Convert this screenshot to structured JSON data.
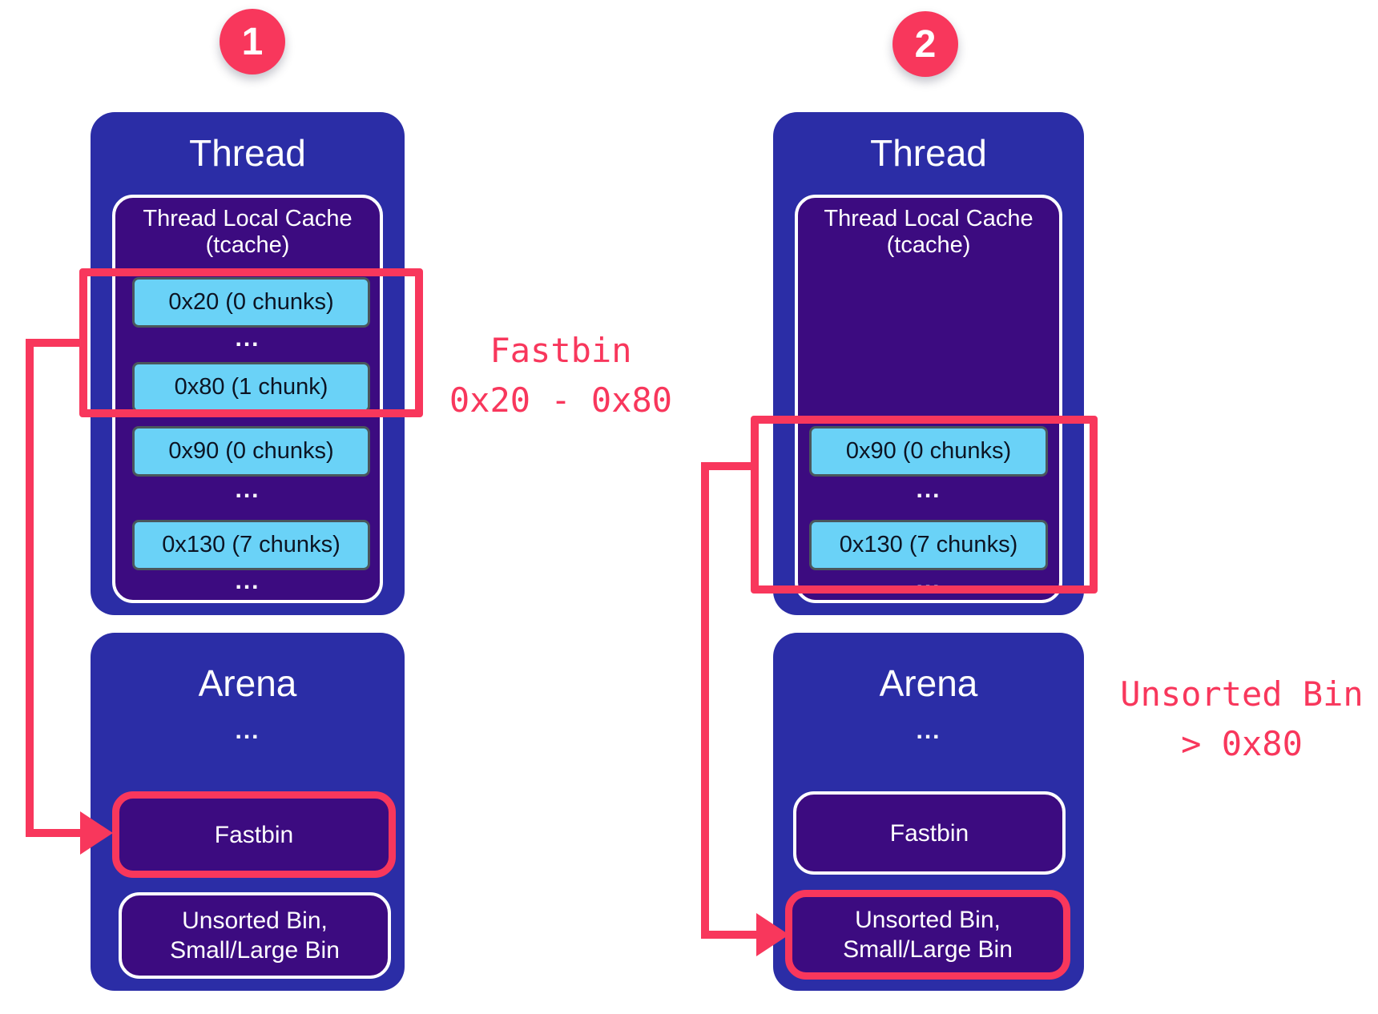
{
  "colors": {
    "blue": "#2b2da6",
    "purple": "#3c0b80",
    "chunk_fill": "#6ad2f7",
    "chunk_border": "#4a575c",
    "accent_red": "#f8375c",
    "chunk_text": "#0c1423"
  },
  "panel1": {
    "badge": "1",
    "thread_title": "Thread",
    "tcache_title_line1": "Thread Local Cache",
    "tcache_title_line2": "(tcache)",
    "rows": [
      "0x20 (0 chunks)",
      "...",
      "0x80 (1 chunk)",
      "0x90 (0 chunks)",
      "...",
      "0x130 (7 chunks)",
      "..."
    ],
    "arena_title": "Arena",
    "arena_dots": "...",
    "fastbin_label": "Fastbin",
    "unsorted_line1": "Unsorted Bin,",
    "unsorted_line2": "Small/Large Bin",
    "highlighted_box": "fastbin",
    "annotation_line1": "Fastbin",
    "annotation_line2": "0x20 - 0x80"
  },
  "panel2": {
    "badge": "2",
    "thread_title": "Thread",
    "tcache_title_line1": "Thread Local Cache",
    "tcache_title_line2": "(tcache)",
    "rows": [
      "0x90 (0 chunks)",
      "...",
      "0x130 (7 chunks)",
      "..."
    ],
    "arena_title": "Arena",
    "arena_dots": "...",
    "fastbin_label": "Fastbin",
    "unsorted_line1": "Unsorted Bin,",
    "unsorted_line2": "Small/Large Bin",
    "highlighted_box": "unsorted",
    "annotation_line1": "Unsorted Bin",
    "annotation_line2": "> 0x80"
  }
}
